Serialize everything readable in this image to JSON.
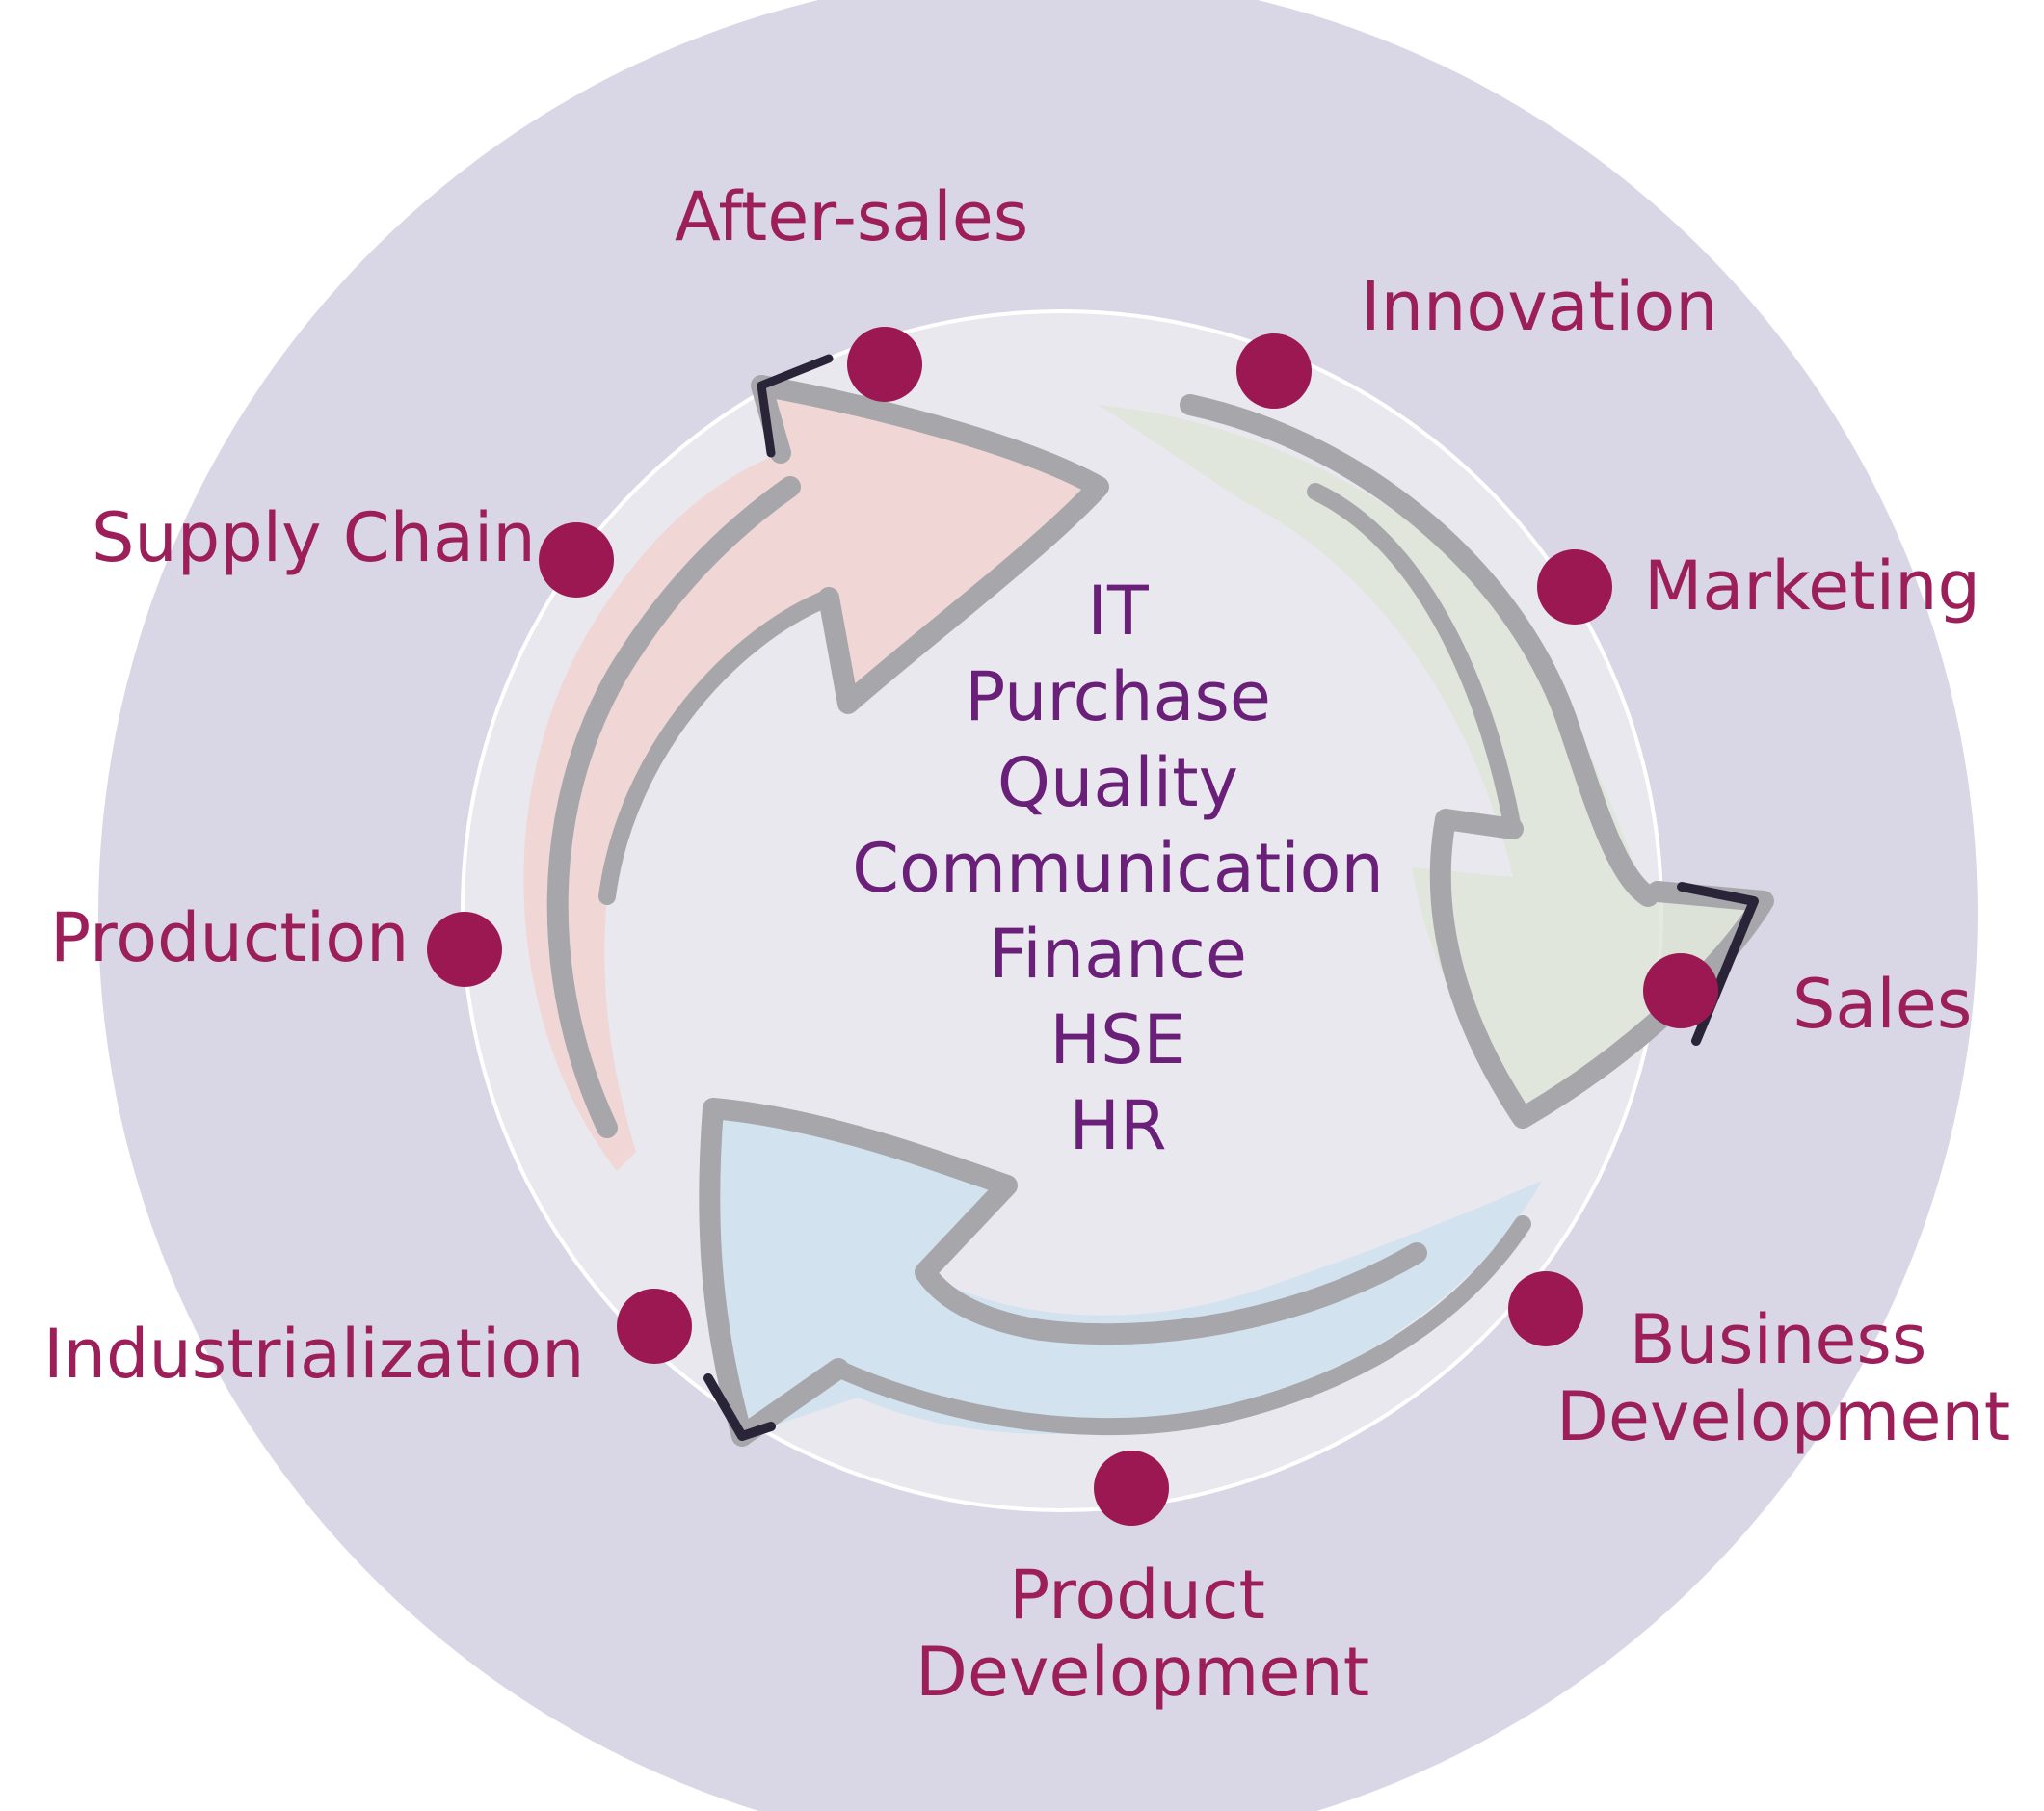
{
  "colors": {
    "outer_ring": "#d9d7e6",
    "inner_disc": "#e9e8ef",
    "node_fill": "#9c1853",
    "node_label": "#9c1f59",
    "center_text": "#6a1f78",
    "arrow_outline": "#a7a7ab"
  },
  "outer_nodes": [
    {
      "id": "after-sales",
      "label": "After-sales"
    },
    {
      "id": "innovation",
      "label": "Innovation"
    },
    {
      "id": "marketing",
      "label": "Marketing"
    },
    {
      "id": "sales",
      "label": "Sales"
    },
    {
      "id": "business-development",
      "label_lines": [
        "Business",
        "Development"
      ]
    },
    {
      "id": "product-development",
      "label_lines": [
        "Product",
        "Development"
      ]
    },
    {
      "id": "industrialization",
      "label": "Industrialization"
    },
    {
      "id": "production",
      "label": "Production"
    },
    {
      "id": "supply-chain",
      "label": "Supply Chain"
    }
  ],
  "center_functions": [
    "IT",
    "Purchase",
    "Quality",
    "Communication",
    "Finance",
    "HSE",
    "HR"
  ],
  "arrows": [
    {
      "id": "pink-arrow",
      "color": "#f1d2cc"
    },
    {
      "id": "green-arrow",
      "color": "#dde5d6"
    },
    {
      "id": "blue-arrow",
      "color": "#cfe0ee"
    }
  ]
}
